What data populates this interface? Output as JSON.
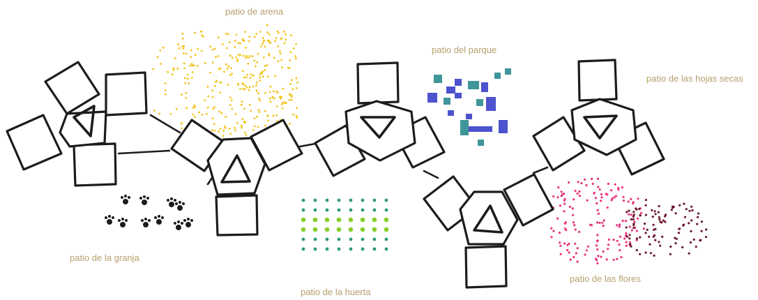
{
  "labels": {
    "arena": "patio de arena",
    "parque": "patio del parque",
    "hojas": "patio de las hojas secas",
    "granja": "patio de la granja",
    "huerta": "patio de la huerta",
    "flores": "patio de las flores"
  },
  "colors": {
    "label": "#b5a06d",
    "ink": "#1c1c1c",
    "sand": "#f2c31a",
    "park_teal": "#2a8a8e",
    "park_blue": "#3a3fc9",
    "garden_green": "#2f9e6e",
    "garden_lime": "#86cf2a",
    "flower_pink": "#e8347f",
    "flower_maroon": "#6b1a2c"
  }
}
